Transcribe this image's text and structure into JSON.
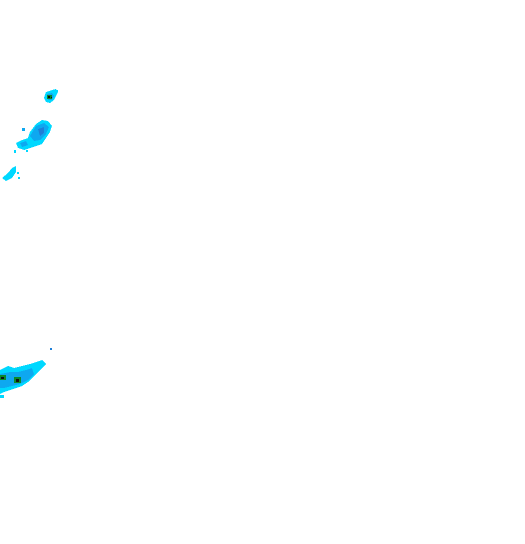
{
  "map": {
    "type": "radar-precipitation-overlay",
    "background": "#ffffff",
    "palette": {
      "light": "#00d8ff",
      "moderate": "#0ea8f0",
      "heavy": "#1e7fd8",
      "core": "#0a8a2a",
      "peak": "#111111"
    },
    "echo_clusters": [
      {
        "name": "north-cell",
        "intensity_levels": [
          "light",
          "moderate",
          "core",
          "peak"
        ]
      },
      {
        "name": "mid-cluster",
        "intensity_levels": [
          "light",
          "moderate",
          "heavy"
        ]
      },
      {
        "name": "west-fragment",
        "intensity_levels": [
          "light"
        ]
      },
      {
        "name": "south-band",
        "intensity_levels": [
          "light",
          "moderate",
          "core",
          "peak"
        ]
      }
    ]
  }
}
